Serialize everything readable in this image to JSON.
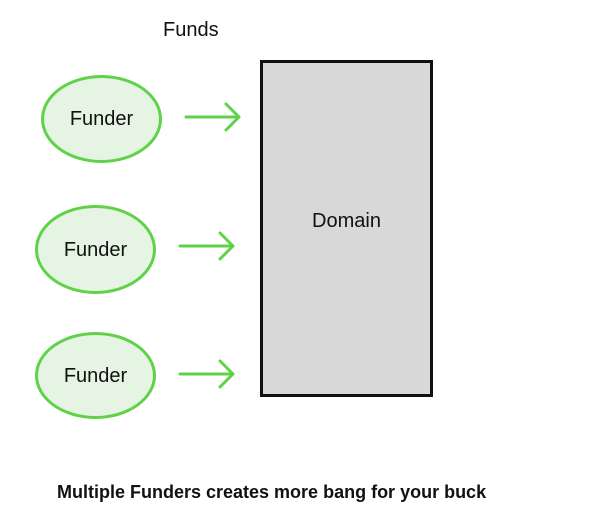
{
  "diagram": {
    "top_label": "Funds",
    "funders": [
      {
        "label": "Funder"
      },
      {
        "label": "Funder"
      },
      {
        "label": "Funder"
      }
    ],
    "target": {
      "label": "Domain"
    },
    "caption": "Multiple Funders creates more bang for your buck"
  },
  "colors": {
    "funder_border": "#5fd24a",
    "funder_fill": "#e6f5e3",
    "arrow": "#5fd24a",
    "domain_border": "#111111",
    "domain_fill": "#d8d8d8"
  }
}
